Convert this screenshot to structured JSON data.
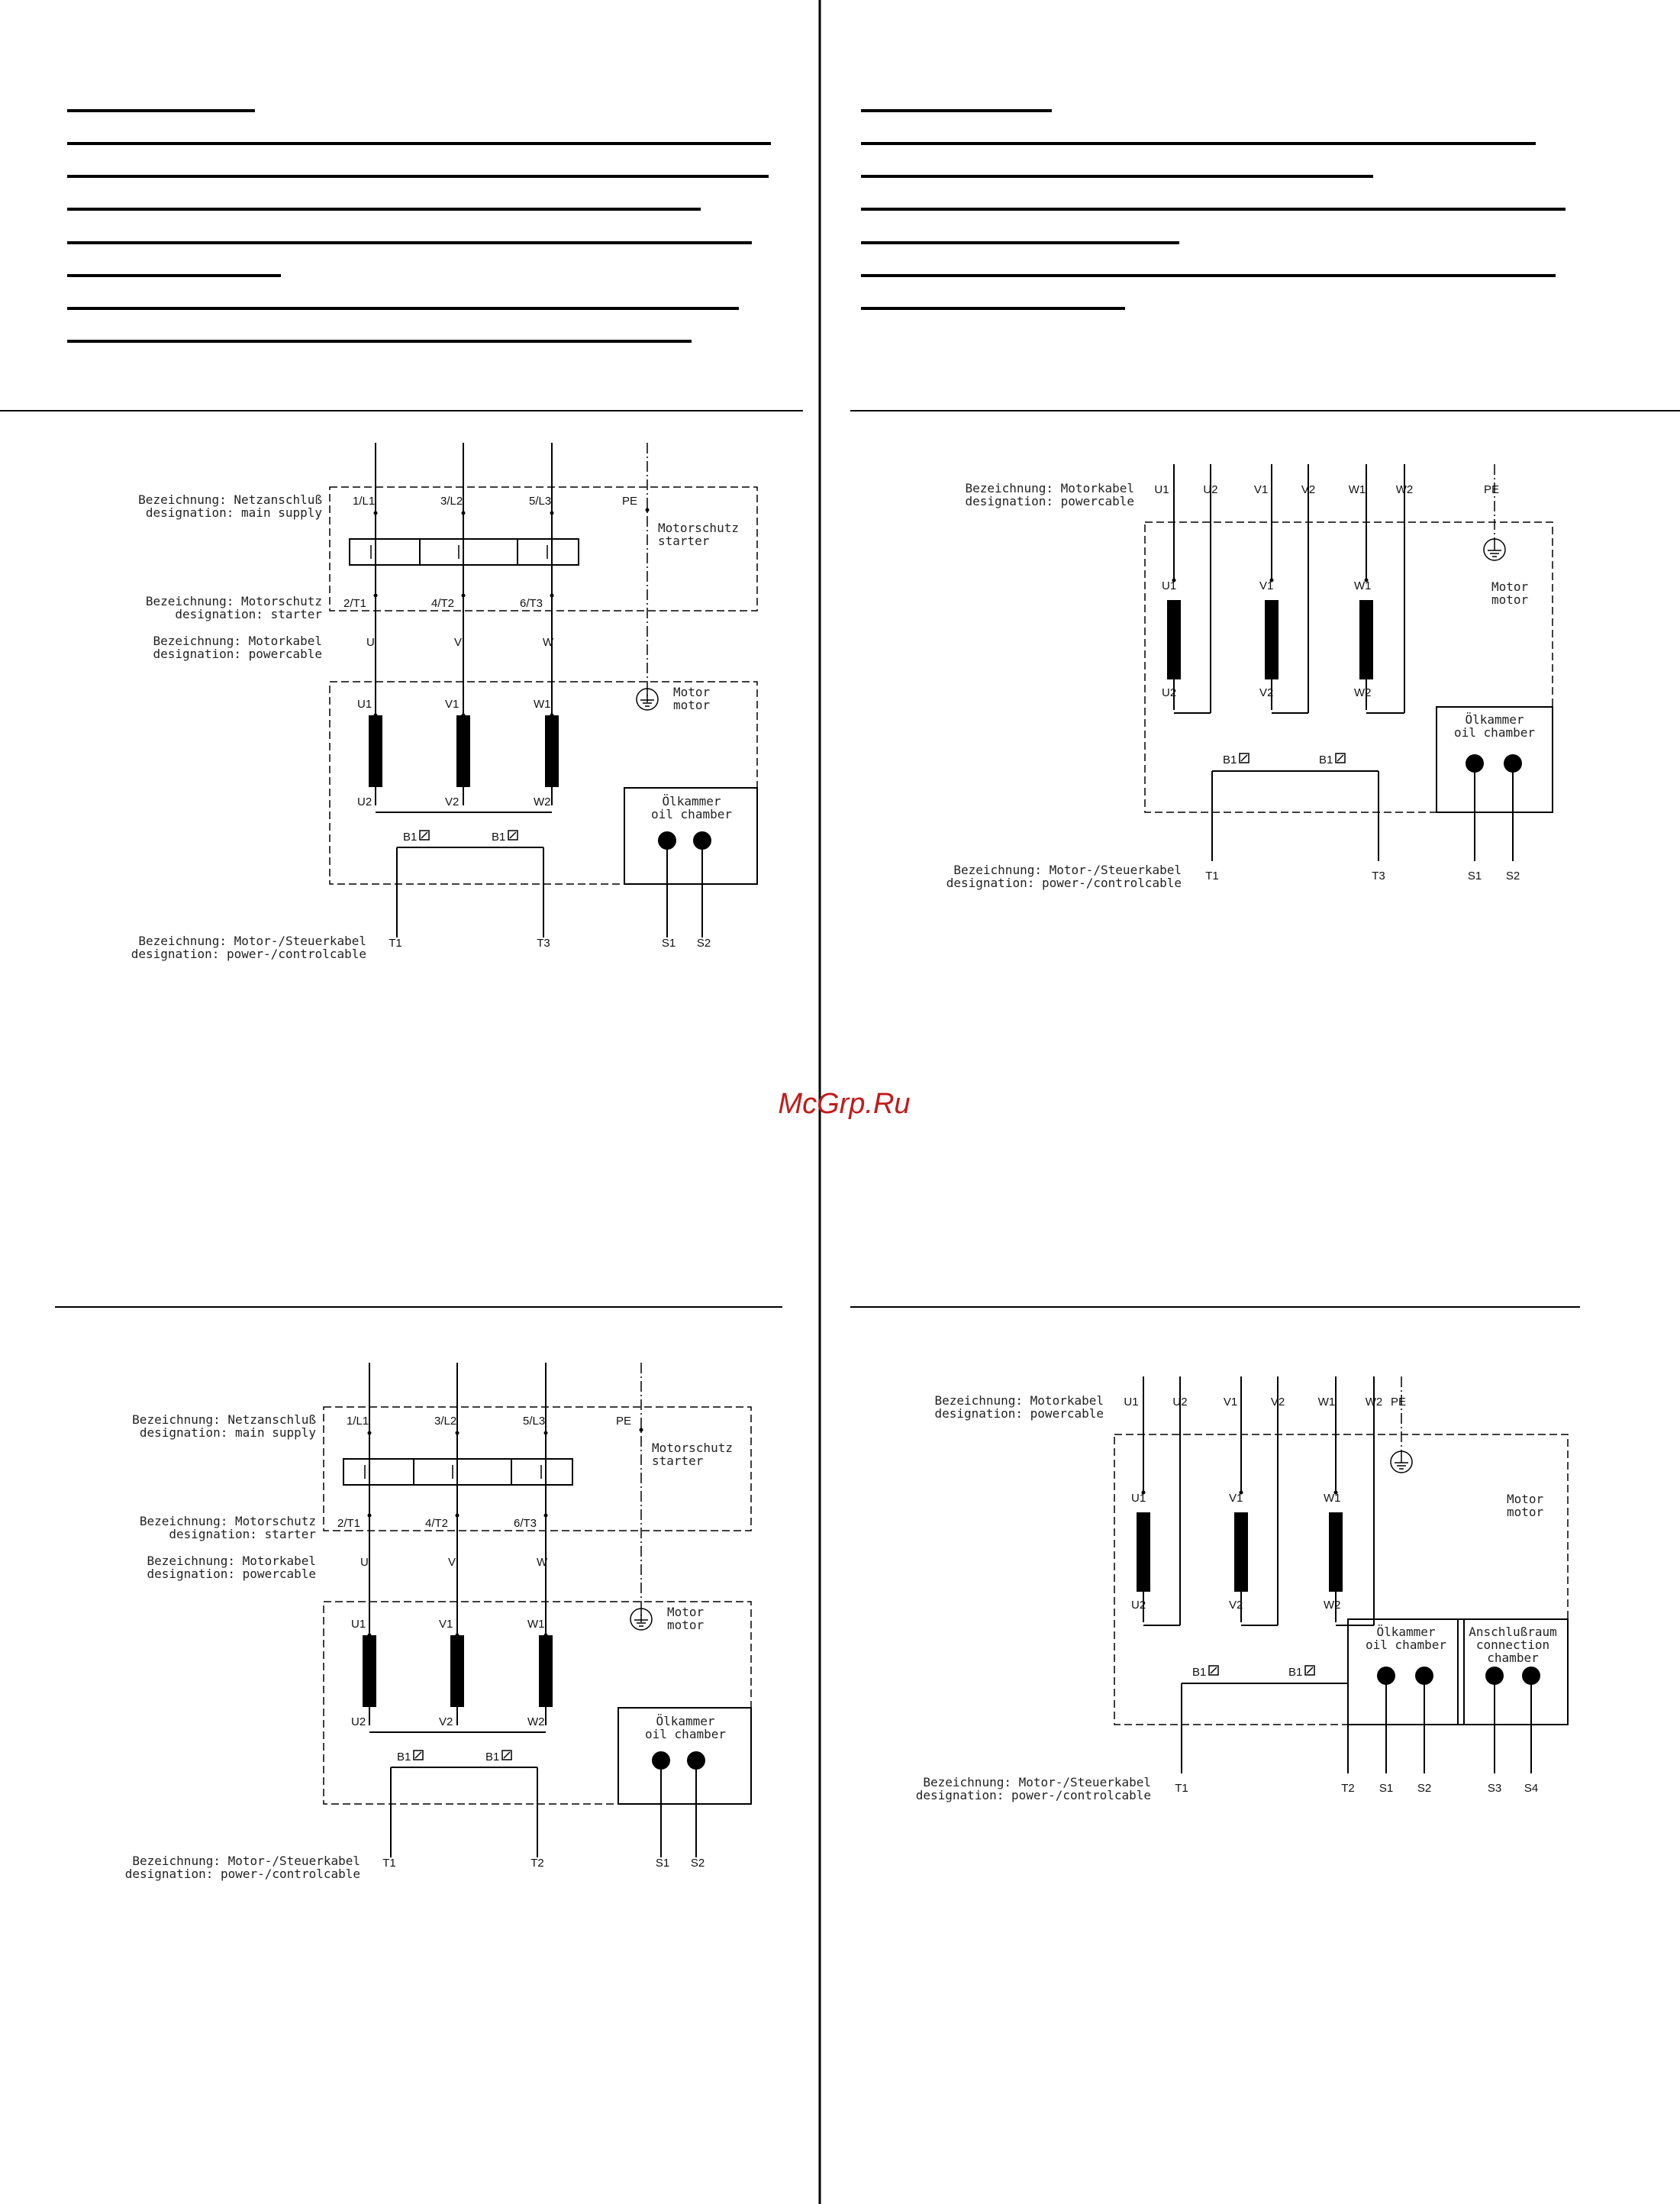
{
  "watermark": "McGrp.Ru",
  "diagrams": [
    {
      "name": "diagram-top-left",
      "labels": {
        "main_supply": [
          "Bezeichnung: Netzanschluß",
          "designation: main supply"
        ],
        "starter_desig": [
          "Bezeichnung: Motorschutz",
          "designation: starter"
        ],
        "powercable": [
          "Bezeichnung: Motorkabel",
          "designation: powercable"
        ],
        "controlcable": [
          "Bezeichnung: Motor-/Steuerkabel",
          "designation: power-/controlcable"
        ],
        "starter_box": [
          "Motorschutz",
          "starter"
        ],
        "motor_box": [
          "Motor",
          "motor"
        ],
        "oil_box": [
          "Ölkammer",
          "oil chamber"
        ]
      },
      "terminals_in": [
        "1/L1",
        "3/L2",
        "5/L3",
        "PE"
      ],
      "terminals_out": [
        "2/T1",
        "4/T2",
        "6/T3"
      ],
      "cable_cores": [
        "U",
        "V",
        "W"
      ],
      "winding_top": [
        "U1",
        "V1",
        "W1"
      ],
      "winding_bottom": [
        "U2",
        "V2",
        "W2"
      ],
      "thermal": [
        "B1",
        "B1"
      ],
      "bottom": [
        "T1",
        "T3",
        "S1",
        "S2"
      ]
    },
    {
      "name": "diagram-top-right",
      "labels": {
        "powercable": [
          "Bezeichnung: Motorkabel",
          "designation: powercable"
        ],
        "controlcable": [
          "Bezeichnung: Motor-/Steuerkabel",
          "designation: power-/controlcable"
        ],
        "motor_box": [
          "Motor",
          "motor"
        ],
        "oil_box": [
          "Ölkammer",
          "oil chamber"
        ]
      },
      "cable_top": [
        "U1",
        "U2",
        "V1",
        "V2",
        "W1",
        "W2",
        "PE"
      ],
      "winding_top": [
        "U1",
        "V1",
        "W1"
      ],
      "winding_bottom": [
        "U2",
        "V2",
        "W2"
      ],
      "thermal": [
        "B1",
        "B1"
      ],
      "bottom": [
        "T1",
        "T3",
        "S1",
        "S2"
      ]
    },
    {
      "name": "diagram-bottom-left",
      "labels": {
        "main_supply": [
          "Bezeichnung: Netzanschluß",
          "designation: main supply"
        ],
        "starter_desig": [
          "Bezeichnung: Motorschutz",
          "designation: starter"
        ],
        "powercable": [
          "Bezeichnung: Motorkabel",
          "designation: powercable"
        ],
        "controlcable": [
          "Bezeichnung: Motor-/Steuerkabel",
          "designation: power-/controlcable"
        ],
        "starter_box": [
          "Motorschutz",
          "starter"
        ],
        "motor_box": [
          "Motor",
          "motor"
        ],
        "oil_box": [
          "Ölkammer",
          "oil chamber"
        ]
      },
      "terminals_in": [
        "1/L1",
        "3/L2",
        "5/L3",
        "PE"
      ],
      "terminals_out": [
        "2/T1",
        "4/T2",
        "6/T3"
      ],
      "cable_cores": [
        "U",
        "V",
        "W"
      ],
      "winding_top": [
        "U1",
        "V1",
        "W1"
      ],
      "winding_bottom": [
        "U2",
        "V2",
        "W2"
      ],
      "thermal": [
        "B1",
        "B1"
      ],
      "bottom": [
        "T1",
        "T2",
        "S1",
        "S2"
      ]
    },
    {
      "name": "diagram-bottom-right",
      "labels": {
        "powercable": [
          "Bezeichnung: Motorkabel",
          "designation: powercable"
        ],
        "controlcable": [
          "Bezeichnung: Motor-/Steuerkabel",
          "designation: power-/controlcable"
        ],
        "motor_box": [
          "Motor",
          "motor"
        ],
        "oil_box": [
          "Ölkammer",
          "oil chamber"
        ],
        "conn_box": [
          "Anschlußraum",
          "connection",
          "chamber"
        ]
      },
      "cable_top": [
        "U1",
        "U2",
        "V1",
        "V2",
        "W1",
        "W2",
        "PE"
      ],
      "winding_top": [
        "U1",
        "V1",
        "W1"
      ],
      "winding_bottom": [
        "U2",
        "V2",
        "W2"
      ],
      "thermal": [
        "B1",
        "B1"
      ],
      "bottom": [
        "T1",
        "T2",
        "S1",
        "S2",
        "S3",
        "S4"
      ]
    }
  ]
}
